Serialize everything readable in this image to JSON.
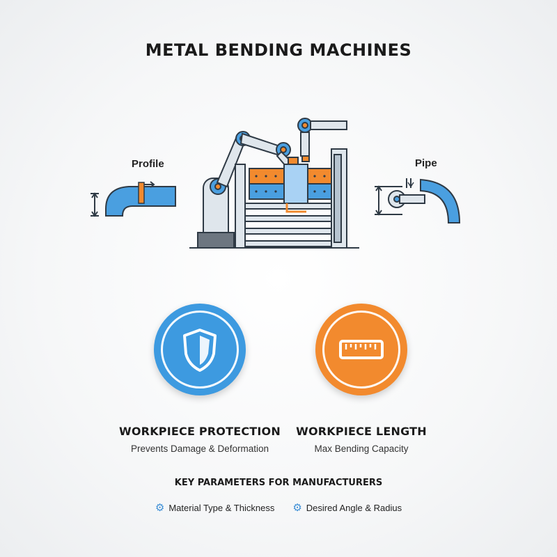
{
  "title": "METAL BENDING MACHINES",
  "labels": {
    "profile": "Profile",
    "pipe": "Pipe"
  },
  "features": [
    {
      "title": "WORKPIECE PROTECTION",
      "subtitle": "Prevents Damage & Deformation",
      "icon": "shield-icon",
      "color": "#3d9ae0"
    },
    {
      "title": "WORKPIECE LENGTH",
      "subtitle": "Max Bending Capacity",
      "icon": "ruler-icon",
      "color": "#f28a2e"
    }
  ],
  "parameters": {
    "heading": "KEY PARAMETERS FOR MANUFACTURERS",
    "items": [
      {
        "label": "Material Type & Thickness",
        "icon": "gear-icon"
      },
      {
        "label": "Desired Angle & Radius",
        "icon": "gear-icon"
      }
    ]
  },
  "colors": {
    "blue": "#4a9fe0",
    "orange": "#f28a2e",
    "steel": "#dfe6ec",
    "outline": "#2f3a45"
  }
}
